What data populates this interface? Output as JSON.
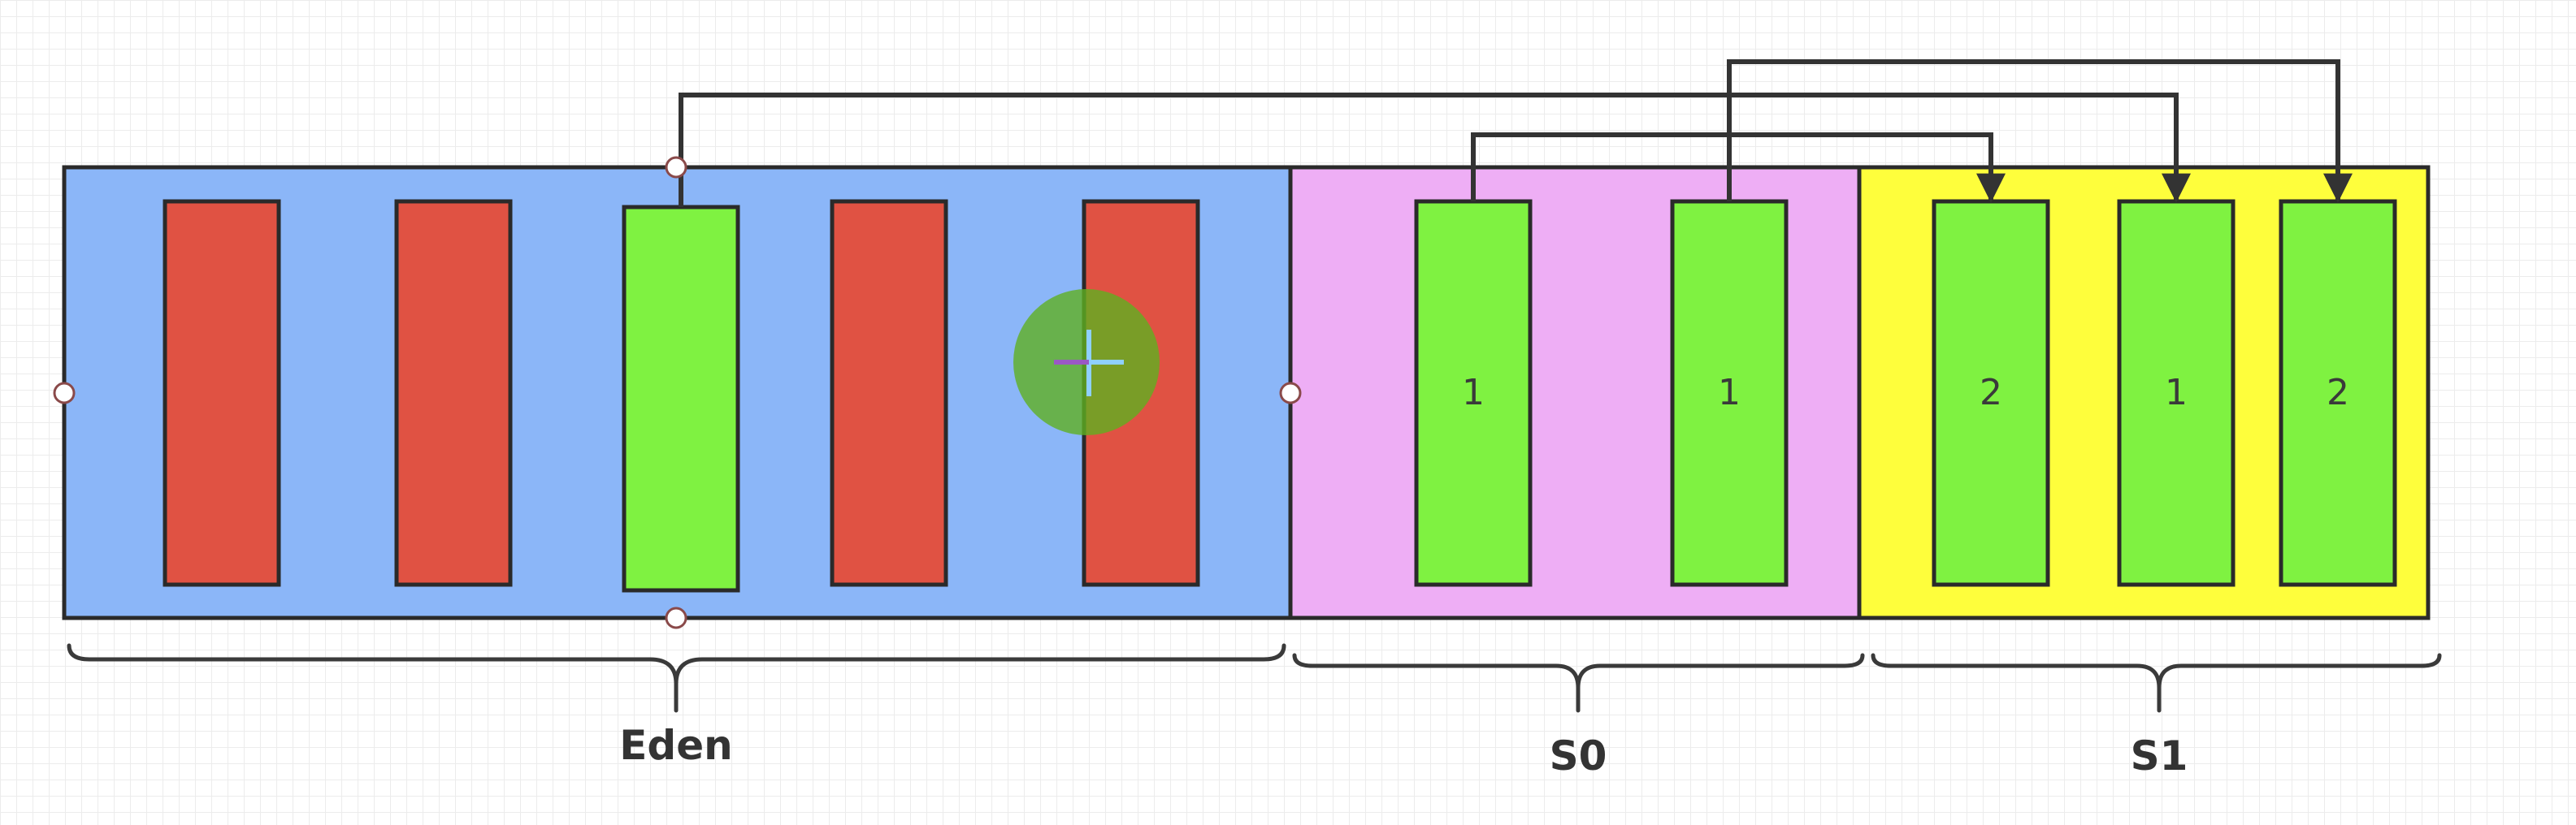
{
  "regions": [
    {
      "name": "eden",
      "label": "Eden",
      "color": "#8bb6f8"
    },
    {
      "name": "s0",
      "label": "S0",
      "color": "#eeaef5"
    },
    {
      "name": "s1",
      "label": "S1",
      "color": "#fefe3c"
    }
  ],
  "colors": {
    "live_object": "#7ff241",
    "dead_object": "#e05243",
    "border": "#2a2a2a",
    "cursor_highlight": "#5fb020"
  },
  "eden_objects": [
    {
      "state": "dead"
    },
    {
      "state": "dead"
    },
    {
      "state": "live"
    },
    {
      "state": "dead"
    },
    {
      "state": "dead"
    }
  ],
  "s0_objects": [
    {
      "state": "live",
      "age": "1"
    },
    {
      "state": "live",
      "age": "1"
    }
  ],
  "s1_objects": [
    {
      "state": "live",
      "age": "2"
    },
    {
      "state": "live",
      "age": "1"
    },
    {
      "state": "live",
      "age": "2"
    }
  ],
  "arrows": [
    {
      "from": "eden-object-3",
      "to": "s1-object-2"
    },
    {
      "from": "s0-object-1",
      "to": "s1-object-1"
    },
    {
      "from": "s0-object-2",
      "to": "s1-object-3"
    }
  ],
  "cursor": {
    "icon": "move-cursor-icon"
  }
}
